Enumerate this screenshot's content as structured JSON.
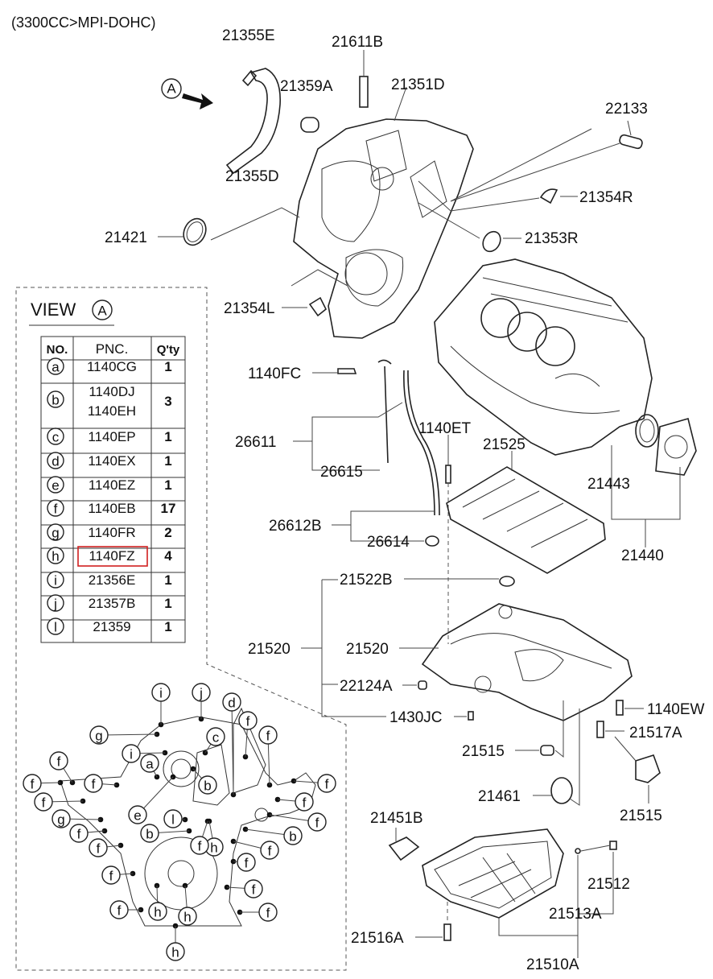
{
  "diagram": {
    "engine_note": "(3300CC>MPI-DOHC)",
    "part_numbers": {
      "p21355E": "21355E",
      "p21611B": "21611B",
      "p21359A": "21359A",
      "p21351D": "21351D",
      "p22133": "22133",
      "p21355D": "21355D",
      "p21354R": "21354R",
      "p21421": "21421",
      "p21353R": "21353R",
      "p21354L": "21354L",
      "p1140FC": "1140FC",
      "p26611": "26611",
      "p26615": "26615",
      "p1140ET": "1140ET",
      "p21525": "21525",
      "p21443": "21443",
      "p26612B": "26612B",
      "p26614": "26614",
      "p21440": "21440",
      "p21522B": "21522B",
      "p21520a": "21520",
      "p21520b": "21520",
      "p22124A": "22124A",
      "p1430JC": "1430JC",
      "p1140EW": "1140EW",
      "p21517A": "21517A",
      "p21515a": "21515",
      "p21461": "21461",
      "p21515b": "21515",
      "p21451B": "21451B",
      "p21512": "21512",
      "p21513A": "21513A",
      "p21516A": "21516A",
      "p21510A": "21510A"
    },
    "view_letter": "A",
    "view_title": "VIEW",
    "table": {
      "headers": [
        "NO.",
        "PNC.",
        "Q'ty"
      ],
      "rows": [
        {
          "no": "a",
          "pnc": "1140CG",
          "qty": "1"
        },
        {
          "no": "b",
          "pnc": "1140DJ",
          "pnc2": "1140EH",
          "qty": "3"
        },
        {
          "no": "c",
          "pnc": "1140EP",
          "qty": "1"
        },
        {
          "no": "d",
          "pnc": "1140EX",
          "qty": "1"
        },
        {
          "no": "e",
          "pnc": "1140EZ",
          "qty": "1"
        },
        {
          "no": "f",
          "pnc": "1140EB",
          "qty": "17"
        },
        {
          "no": "g",
          "pnc": "1140FR",
          "qty": "2"
        },
        {
          "no": "h",
          "pnc": "1140FZ",
          "qty": "4",
          "highlighted": true
        },
        {
          "no": "i",
          "pnc": "21356E",
          "qty": "1"
        },
        {
          "no": "j",
          "pnc": "21357B",
          "qty": "1"
        },
        {
          "no": "l",
          "pnc": "21359",
          "qty": "1"
        }
      ]
    },
    "view_callouts": {
      "c1": "i",
      "c2": "j",
      "c3": "d",
      "c4": "g",
      "c5": "f",
      "c6": "f",
      "c7": "c",
      "c8": "i",
      "c9": "a",
      "c10": "f",
      "c11": "f",
      "c12": "f",
      "c13": "f",
      "c14": "e",
      "c15": "b",
      "c16": "l",
      "c17": "f",
      "c18": "f",
      "c19": "g",
      "c20": "f",
      "c21": "b",
      "c22": "f",
      "c23": "h",
      "c24": "b",
      "c25": "f",
      "c26": "f",
      "c27": "f",
      "c28": "f",
      "c29": "f",
      "c30": "h",
      "c31": "h",
      "c32": "f",
      "c33": "h",
      "c34": "f",
      "c35": "f"
    },
    "highlight_color": "#d02020"
  }
}
